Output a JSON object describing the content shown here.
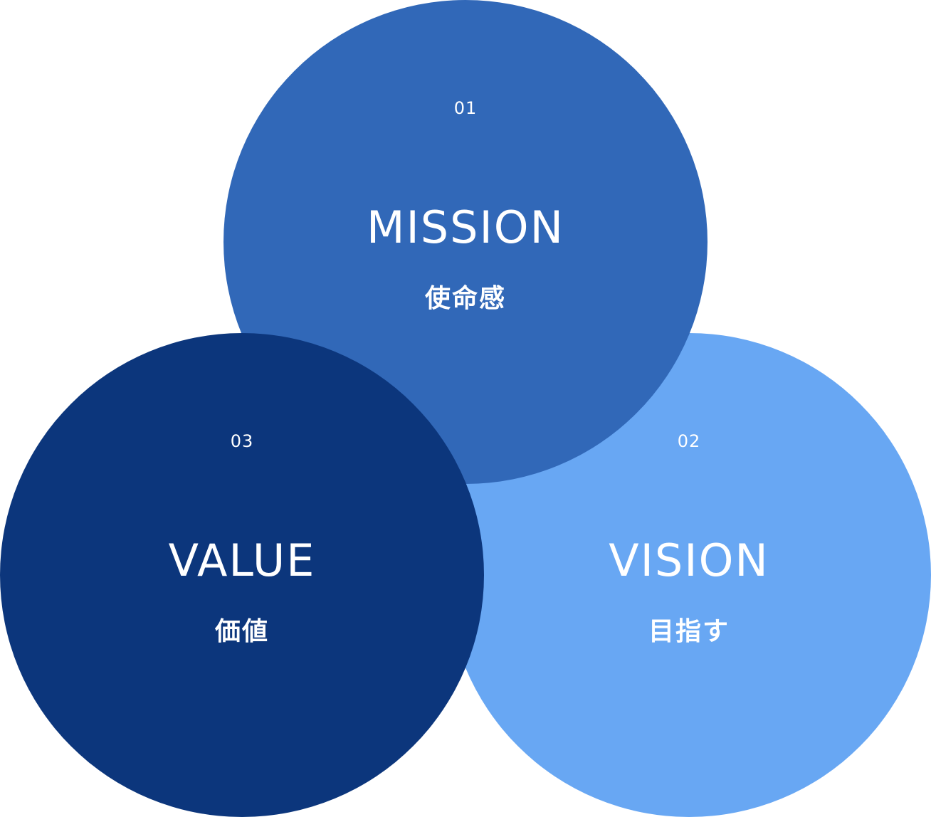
{
  "colors": {
    "mission": "#3168b8",
    "vision": "#68a7f3",
    "value": "#0c367c"
  },
  "circles": {
    "mission": {
      "number": "01",
      "title": "MISSION",
      "subtitle": "使命感"
    },
    "vision": {
      "number": "02",
      "title": "VISION",
      "subtitle": "目指す"
    },
    "value": {
      "number": "03",
      "title": "VALUE",
      "subtitle": "価値"
    }
  }
}
